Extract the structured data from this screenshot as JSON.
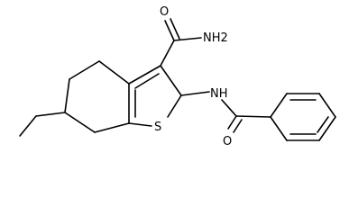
{
  "molecule": {
    "atoms": {
      "amide_n": "NH2",
      "amide_o": "O",
      "ring_s": "S",
      "amine_nh": "NH",
      "benzoyl_o": "O"
    }
  }
}
